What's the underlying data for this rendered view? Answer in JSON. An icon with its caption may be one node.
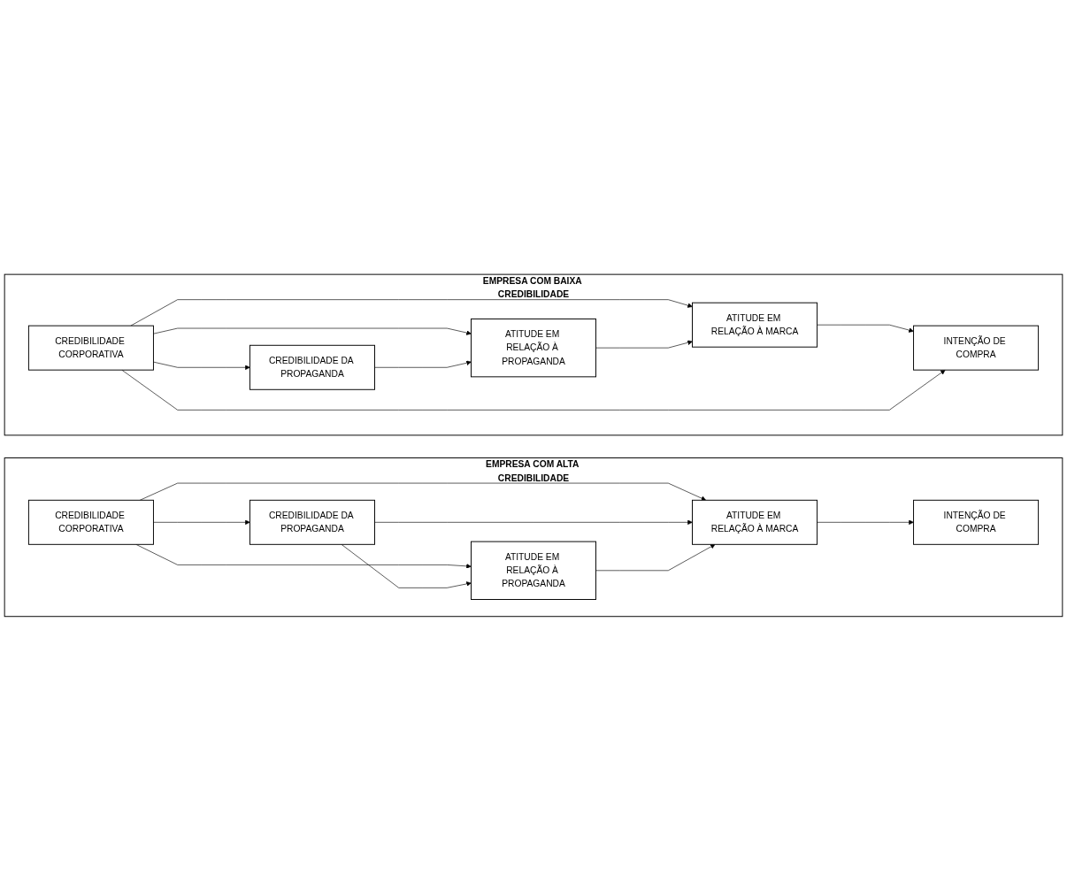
{
  "diagram": {
    "nodes": [
      {
        "text": [
          "EMPRESA COM ALTA CREDIBILIDADE"
        ]
      },
      {
        "text": [
          "CREDIBILIDADE DA PROPAGANDA"
        ],
        "in": 0
      },
      {
        "text": [
          "CREDIBILIDADE CORPORATIVA"
        ],
        "in": 0
      },
      {
        "text": [
          "ATITUDE EM RELAÇÃO À PROPAGANDA"
        ],
        "in": 0
      },
      {
        "text": [
          "ATITUDE EM RELAÇÃO À MARCA"
        ],
        "in": 0
      },
      {
        "text": [
          "INTENÇÃO DE COMPRA"
        ],
        "in": 0
      },
      {
        "text": [
          "EMPRESA COM BAIXA CREDIBILIDADE"
        ]
      },
      {
        "text": [
          "CREDIBILIDADE DA PROPAGANDA"
        ],
        "in": 6
      },
      {
        "text": [
          "CREDIBILIDADE CORPORATIVA"
        ],
        "in": 6
      },
      {
        "text": [
          "ATITUDE EM RELAÇÃO À PROPAGANDA"
        ],
        "in": 6
      },
      {
        "text": [
          "ATITUDE EM RELAÇÃO À MARCA"
        ],
        "in": 6
      },
      {
        "text": [
          "INTENÇÃO DE COMPRA"
        ],
        "in": 6
      }
    ],
    "edges": [
      {
        "from": 2,
        "to": 1,
        "arrow": "to"
      },
      {
        "from": 2,
        "to": 3,
        "arrow": "to"
      },
      {
        "from": 2,
        "to": 4,
        "arrow": "to"
      },
      {
        "from": 1,
        "to": 3,
        "arrow": "to"
      },
      {
        "from": 1,
        "to": 4,
        "arrow": "to"
      },
      {
        "from": 3,
        "to": 4,
        "arrow": "to"
      },
      {
        "from": 4,
        "to": 5,
        "arrow": "to"
      },
      {
        "from": 8,
        "to": 7,
        "arrow": "to"
      },
      {
        "from": 8,
        "to": 9,
        "arrow": "to"
      },
      {
        "from": 8,
        "to": 10,
        "arrow": "to"
      },
      {
        "from": 7,
        "to": 9,
        "arrow": "to"
      },
      {
        "from": 9,
        "to": 10,
        "arrow": "to"
      },
      {
        "from": 10,
        "to": 11,
        "arrow": "to"
      },
      {
        "from": 8,
        "to": 11,
        "arrow": "to"
      }
    ]
  }
}
